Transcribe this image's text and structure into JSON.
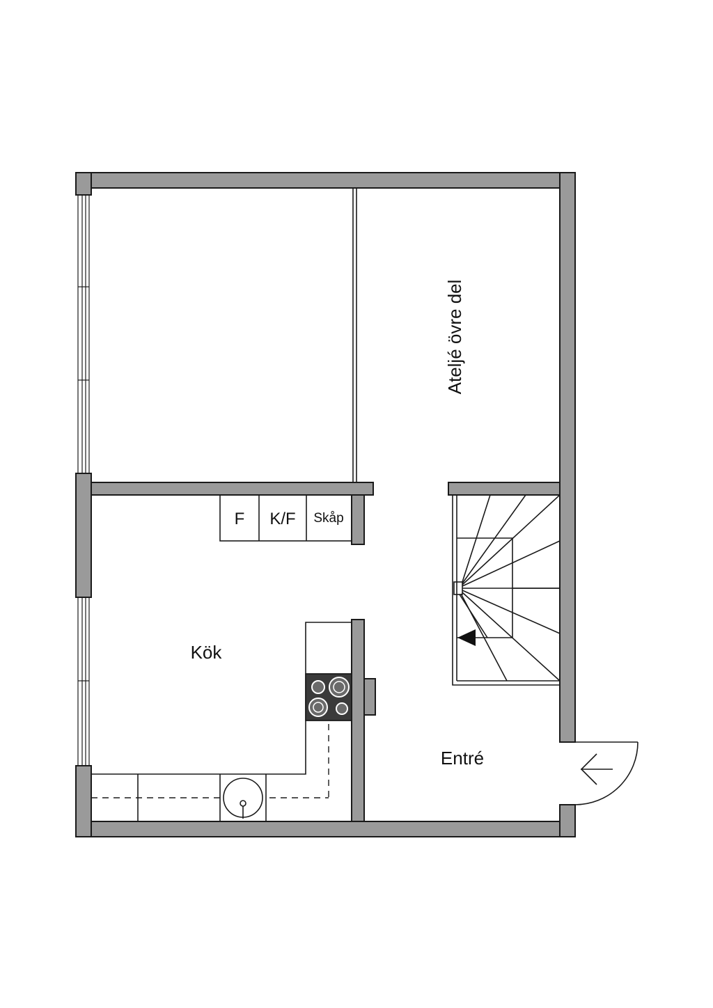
{
  "rooms": {
    "atelje": "Ateljé övre del",
    "kok": "Kök",
    "entre": "Entré"
  },
  "fixtures": {
    "freezer": "F",
    "fridge_freezer": "K/F",
    "cabinet": "Skåp"
  },
  "icons": {
    "stairs_direction": "stairs-down-arrow-icon",
    "entrance": "entrance-arrow-icon",
    "stove": "stove-icon",
    "sink": "sink-icon"
  },
  "colors": {
    "wall": "#9a9a9a",
    "line": "#1a1a1a",
    "background": "#ffffff"
  }
}
